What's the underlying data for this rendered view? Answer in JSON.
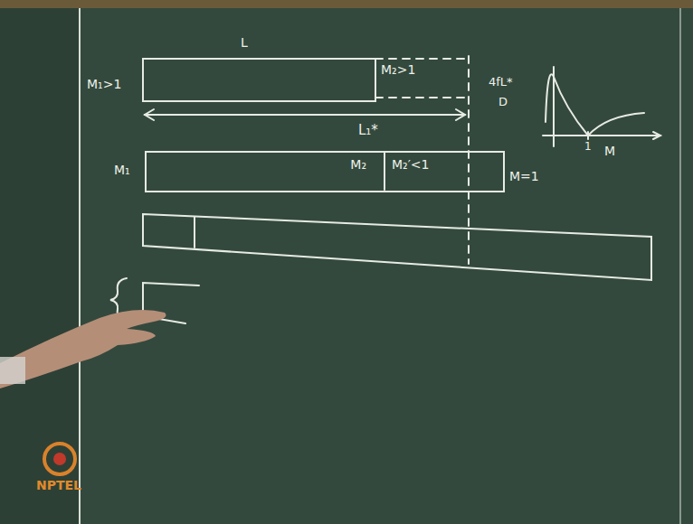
{
  "diagram": {
    "nodes": [
      {
        "text": [
          "M₂",
          "M₂′<1"
        ]
      }
    ],
    "labels": [
      "L",
      "M₁>1",
      "M₂>1",
      "L₁*",
      "4fL*",
      "D",
      "1",
      "M",
      "M₁",
      "M=1",
      "NPTEL"
    ]
  }
}
